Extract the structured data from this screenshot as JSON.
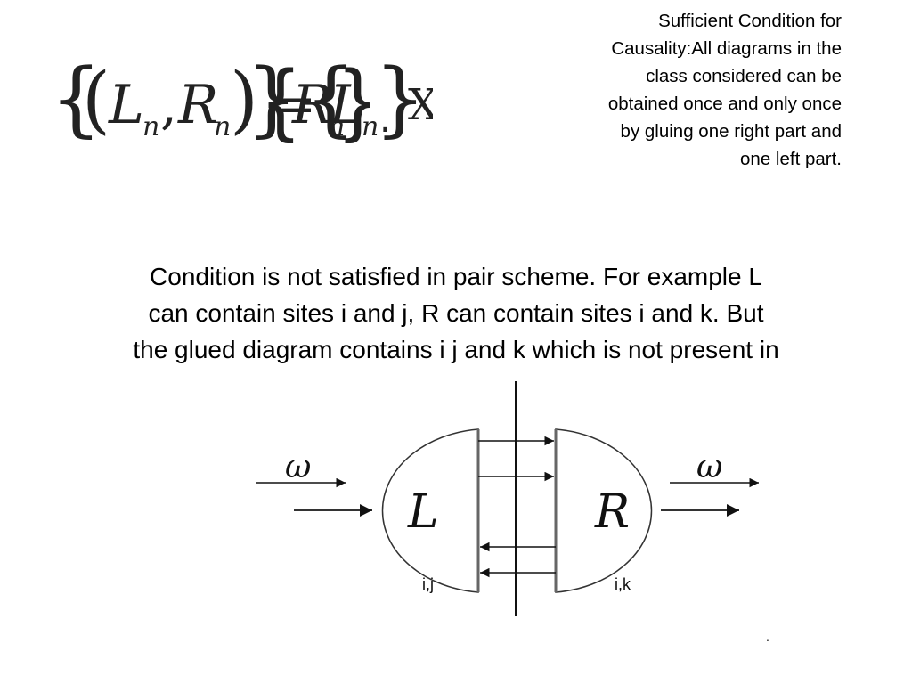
{
  "formula": {
    "lhs_L": "L",
    "lhs_R": "R",
    "subscript": "n",
    "equals": "=",
    "rhs_L": "L",
    "rhs_R": "R",
    "times": "X",
    "period": "."
  },
  "side_note": {
    "lines": [
      "Sufficient Condition for",
      "Causality:All diagrams in the",
      "class considered can be",
      "obtained once and only once",
      "by gluing one right part and",
      "one left part."
    ]
  },
  "main_text": {
    "lines": [
      "Condition is not satisfied in pair scheme.  For example L",
      "can contain sites i and j, R can contain sites i and k. But",
      "the glued diagram contains i j and k which is not present in"
    ]
  },
  "diagram": {
    "left_label": "L",
    "right_label": "R",
    "left_sites": "i,j",
    "right_sites": "i,k",
    "omega_in": "ω",
    "omega_out": "ω",
    "dot": "."
  }
}
